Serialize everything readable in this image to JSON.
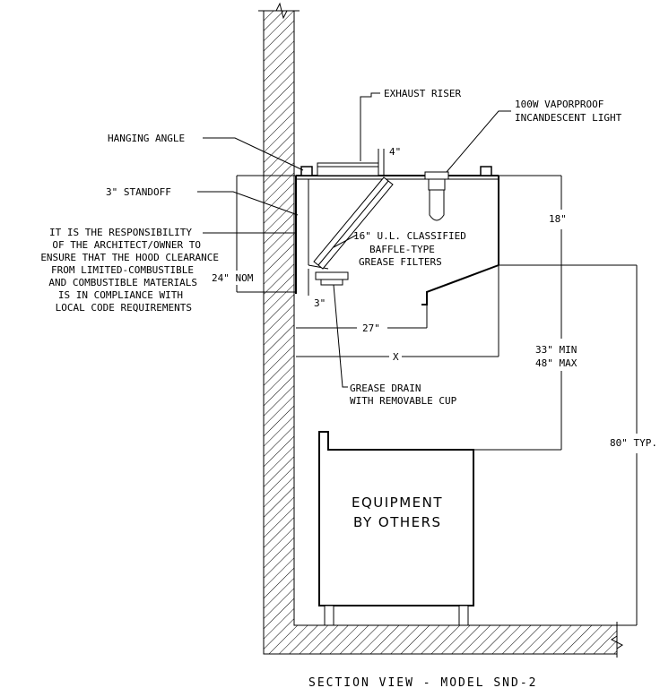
{
  "labels": {
    "exhaust_riser": "EXHAUST RISER",
    "light_line1": "100W VAPORPROOF",
    "light_line2": "INCANDESCENT LIGHT",
    "hanging_angle": "HANGING ANGLE",
    "dim_4": "4\"",
    "standoff": "3\" STANDOFF",
    "dim_18": "18\"",
    "filters_line1": "16\" U.L. CLASSIFIED",
    "filters_line2": "BAFFLE-TYPE",
    "filters_line3": "GREASE FILTERS",
    "dim_24_nom": "24\" NOM",
    "dim_3": "3\"",
    "dim_27": "27\"",
    "dim_x": "X",
    "dim_33_min": "33\" MIN",
    "dim_48_max": "48\" MAX",
    "drain_line1": "GREASE DRAIN",
    "drain_line2": "WITH REMOVABLE CUP",
    "dim_80_typ": "80\" TYP.",
    "equipment_line1": "EQUIPMENT",
    "equipment_line2": "BY OTHERS",
    "caption": "SECTION VIEW - MODEL SND-2"
  },
  "note_lines": [
    "IT IS THE RESPONSIBILITY",
    "OF THE ARCHITECT/OWNER TO",
    "ENSURE THAT THE HOOD CLEARANCE",
    "FROM LIMITED-COMBUSTIBLE",
    "AND COMBUSTIBLE MATERIALS",
    "IS IN COMPLIANCE WITH",
    "LOCAL CODE REQUIREMENTS"
  ]
}
